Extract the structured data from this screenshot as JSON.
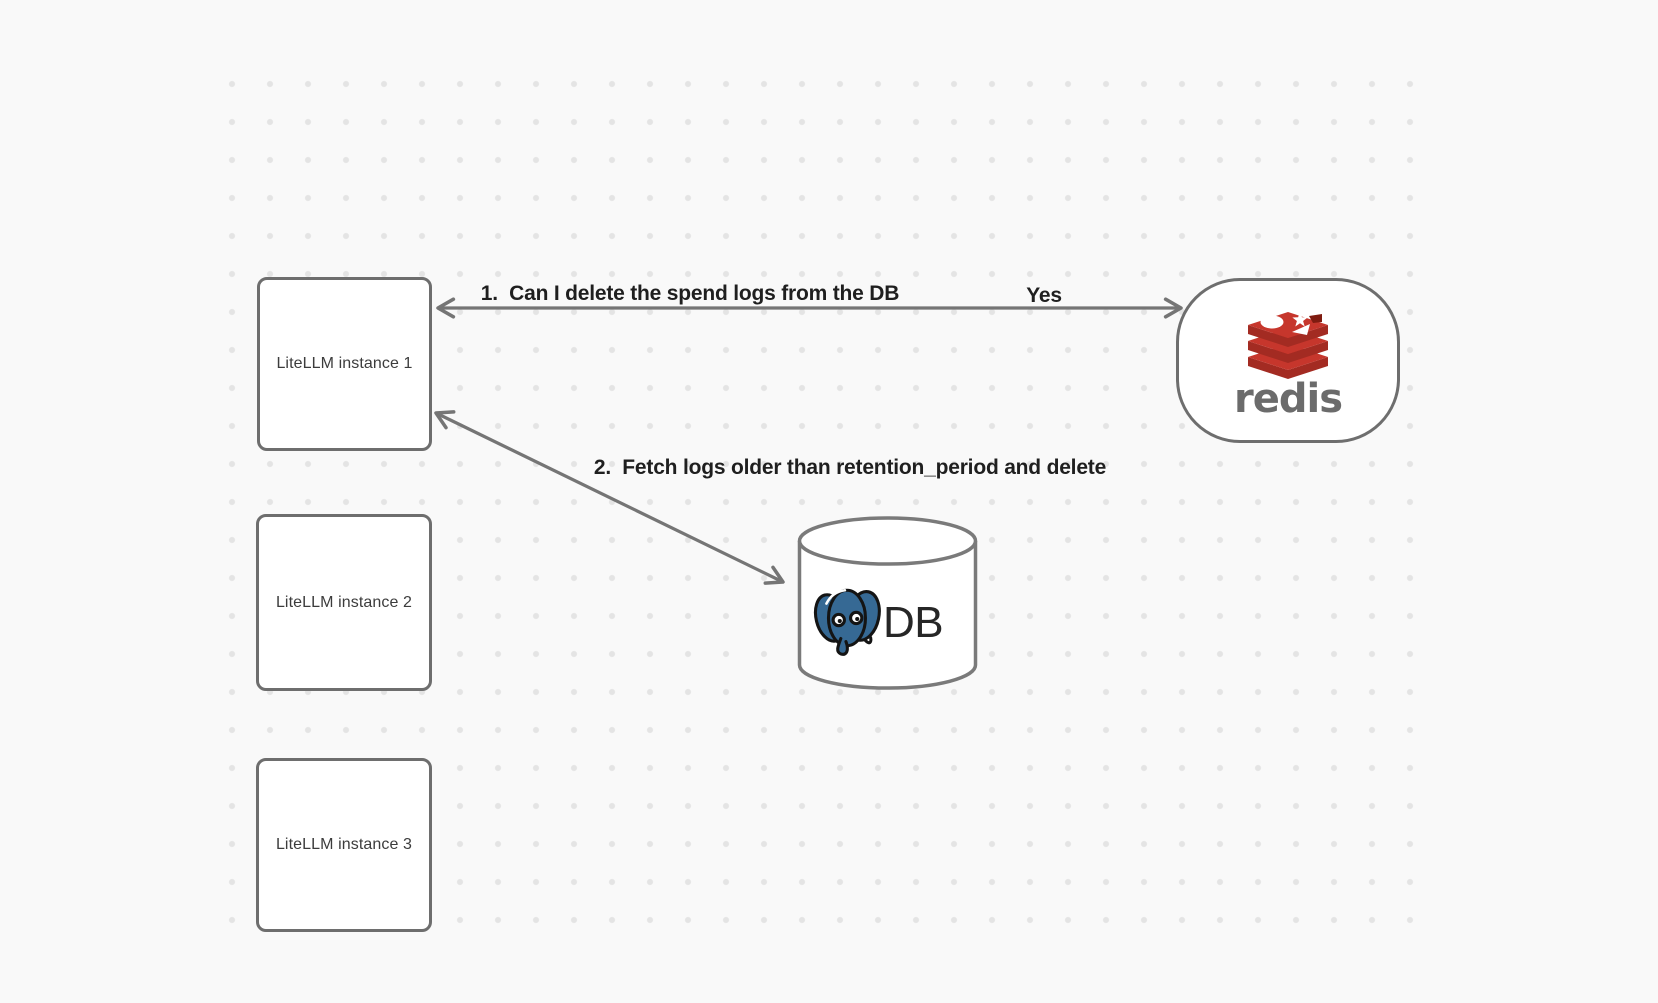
{
  "nodes": {
    "instance1": {
      "label": "LiteLLM instance 1"
    },
    "instance2": {
      "label": "LiteLLM instance 2"
    },
    "instance3": {
      "label": "LiteLLM instance 3"
    },
    "redis": {
      "wordmark": "redis"
    },
    "db": {
      "label": "DB"
    }
  },
  "edges": {
    "edge1": {
      "label": "1.  Can I delete the spend logs from the DB",
      "response": "Yes"
    },
    "edge2": {
      "label": "2.  Fetch logs older than retention_period and delete"
    }
  },
  "icons": {
    "redis_logo": "redis-stack-icon",
    "postgres_logo": "postgresql-elephant-icon"
  },
  "colors": {
    "canvas_bg": "#f9f9f9",
    "grid_dot": "#e4e4e4",
    "node_border": "#6e6e6e",
    "arrow": "#757575",
    "edge_label_text": "#1f1f1f",
    "node_label_text": "#3c3c3c",
    "redis_red": "#c6362c",
    "redis_red_dark": "#a32b22",
    "redis_wordmark_gray": "#6b6b6b",
    "postgres_blue": "#366994",
    "db_label_text": "#262626"
  }
}
